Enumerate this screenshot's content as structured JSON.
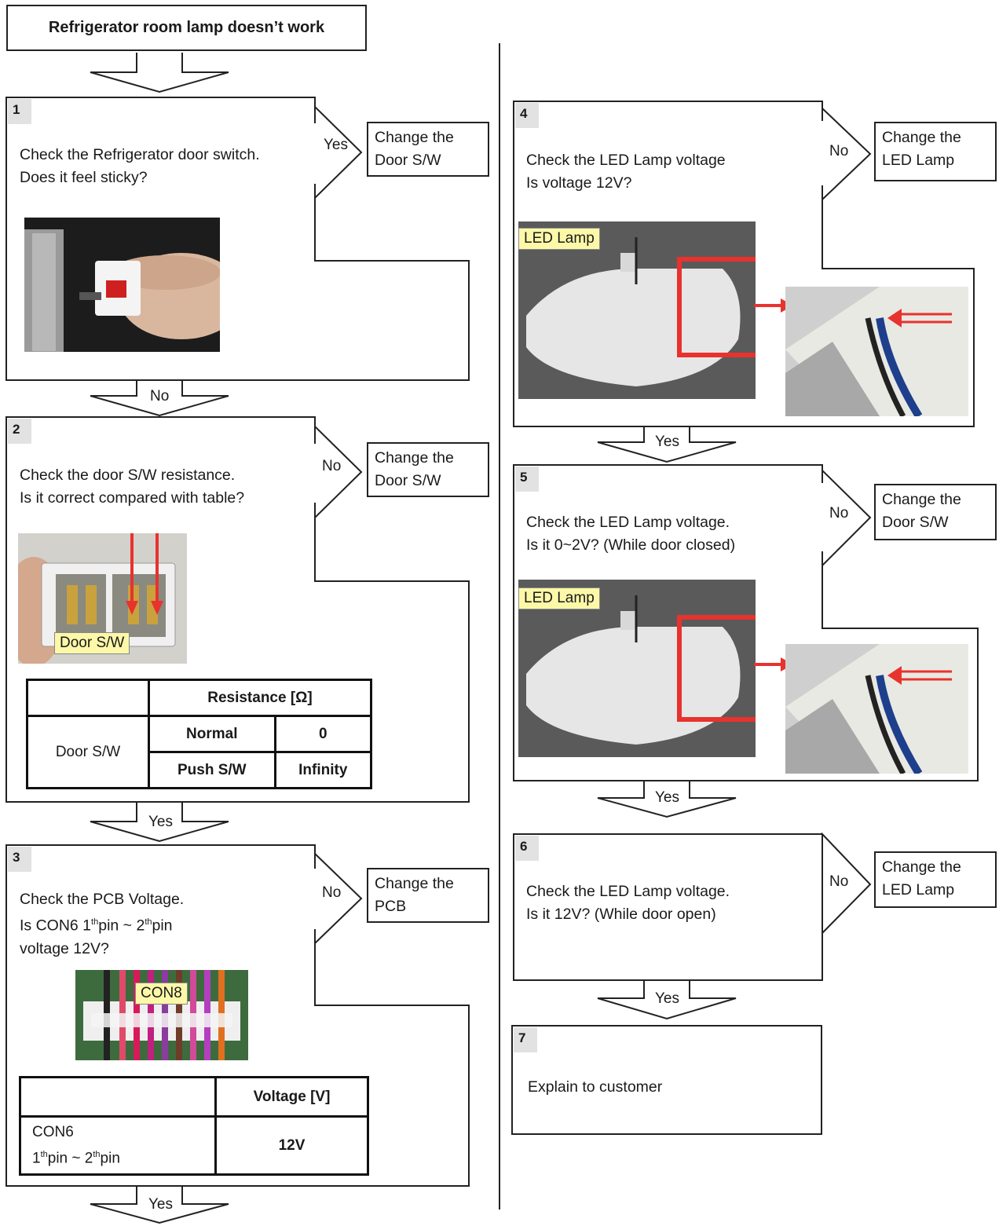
{
  "title": "Refrigerator  room lamp doesn’t work",
  "steps": {
    "s1": {
      "num": "1",
      "line1": "Check the Refrigerator door switch.",
      "line2": "Does it feel sticky?",
      "branch": "Yes",
      "result_l1": "Change the",
      "result_l2": "Door S/W"
    },
    "s2": {
      "num": "2",
      "line1": "Check the door S/W resistance.",
      "line2": "Is it correct compared with table?",
      "branch": "No",
      "result_l1": "Change the",
      "result_l2": "Door S/W",
      "photo_tag": "Door S/W"
    },
    "s3": {
      "num": "3",
      "line1": "Check the PCB Voltage.",
      "line2_a": "Is CON6  1",
      "line2_b": "pin ~ 2",
      "line2_c": "pin",
      "line3": "voltage 12V?",
      "sup": "th",
      "branch": "No",
      "result_l1": "Change the",
      "result_l2": "PCB",
      "photo_tag": "CON8"
    },
    "s4": {
      "num": "4",
      "line1": "Check the LED Lamp voltage",
      "line2": "Is voltage 12V?",
      "branch": "No",
      "result_l1": "Change the",
      "result_l2": "LED Lamp",
      "photo_tag": "LED Lamp"
    },
    "s5": {
      "num": "5",
      "line1": "Check the LED Lamp voltage.",
      "line2": "Is it 0~2V? (While door closed)",
      "branch": "No",
      "result_l1": "Change the",
      "result_l2": "Door  S/W",
      "photo_tag": "LED Lamp"
    },
    "s6": {
      "num": "6",
      "line1": "Check the LED Lamp voltage.",
      "line2": "Is it 12V? (While door open)",
      "branch": "No",
      "result_l1": "Change the",
      "result_l2": "LED Lamp"
    },
    "s7": {
      "num": "7",
      "line1": "Explain to customer"
    }
  },
  "down_labels": {
    "a1": "No",
    "a2": "Yes",
    "a3": "Yes",
    "a4": "Yes",
    "a5": "Yes",
    "a6": "Yes"
  },
  "table_resistance": {
    "header": "Resistance [Ω]",
    "row_label": "Door S/W",
    "r1_state": "Normal",
    "r1_value": "0",
    "r2_state": "Push S/W",
    "r2_value": "Infinity"
  },
  "table_voltage": {
    "header": "Voltage [V]",
    "row_l1": "CON6",
    "row_l2_a": "1",
    "row_l2_b": "pin ~ 2",
    "row_l2_c": "pin",
    "sup": "th",
    "value": "12V"
  },
  "colors": {
    "line": "#222222",
    "tag_bg": "#fcf8a8",
    "arrow_red": "#e8322e",
    "num_bg": "#e2e2e2"
  }
}
